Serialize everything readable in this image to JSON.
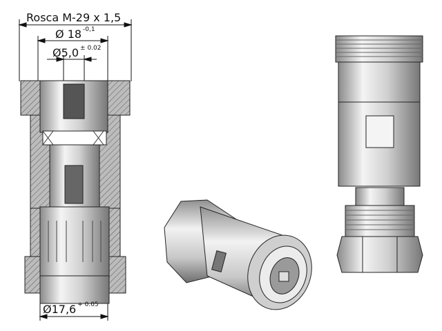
{
  "dimensions": {
    "thread": {
      "label": "Rosca M-29 x 1,5"
    },
    "outer_diameter": {
      "symbol": "Ø",
      "value": "18",
      "tolerance": "-0,1"
    },
    "pin_diameter": {
      "symbol": "Ø",
      "value": "5,0",
      "tolerance": "± 0.02"
    },
    "bottom_diameter": {
      "symbol": "Ø",
      "value": "17,6",
      "tolerance": "+ 0.05"
    }
  },
  "colors": {
    "metal_light": "#e8e8e8",
    "metal_mid": "#bdbdbd",
    "metal_dark": "#7a7a7a",
    "line": "#111111"
  }
}
